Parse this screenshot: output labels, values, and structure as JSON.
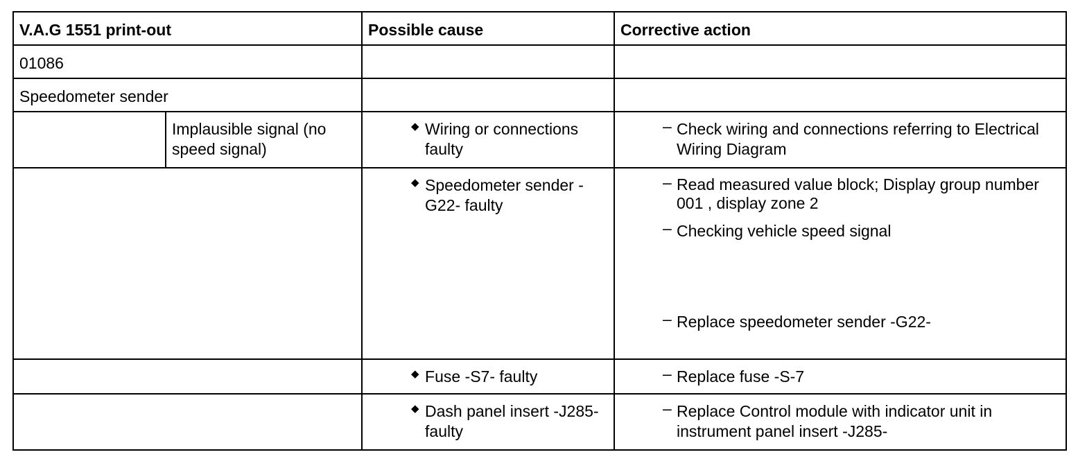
{
  "table": {
    "headers": {
      "printout": "V.A.G 1551 print-out",
      "cause": "Possible cause",
      "action": "Corrective action"
    },
    "fault_code": "01086",
    "fault_name": "Speedometer sender",
    "fault_type": "Implausible signal (no speed signal)",
    "rows": [
      {
        "cause": "Wiring or connections faulty",
        "actions": [
          "Check wiring and connections referring to Electrical Wiring Diagram"
        ]
      },
      {
        "cause": "Speedometer sender -G22- faulty",
        "actions": [
          "Read measured value block; Display group number 001 , display zone 2",
          "Checking vehicle speed signal",
          "Replace speedometer sender -G22-"
        ]
      },
      {
        "cause": "Fuse -S7- faulty",
        "actions": [
          "Replace fuse -S-7"
        ]
      },
      {
        "cause": "Dash panel insert -J285- faulty",
        "actions": [
          "Replace Control module with indicator unit in instrument panel insert -J285-"
        ]
      }
    ],
    "bullet_glyph": "◆",
    "dash_glyph": "–"
  }
}
